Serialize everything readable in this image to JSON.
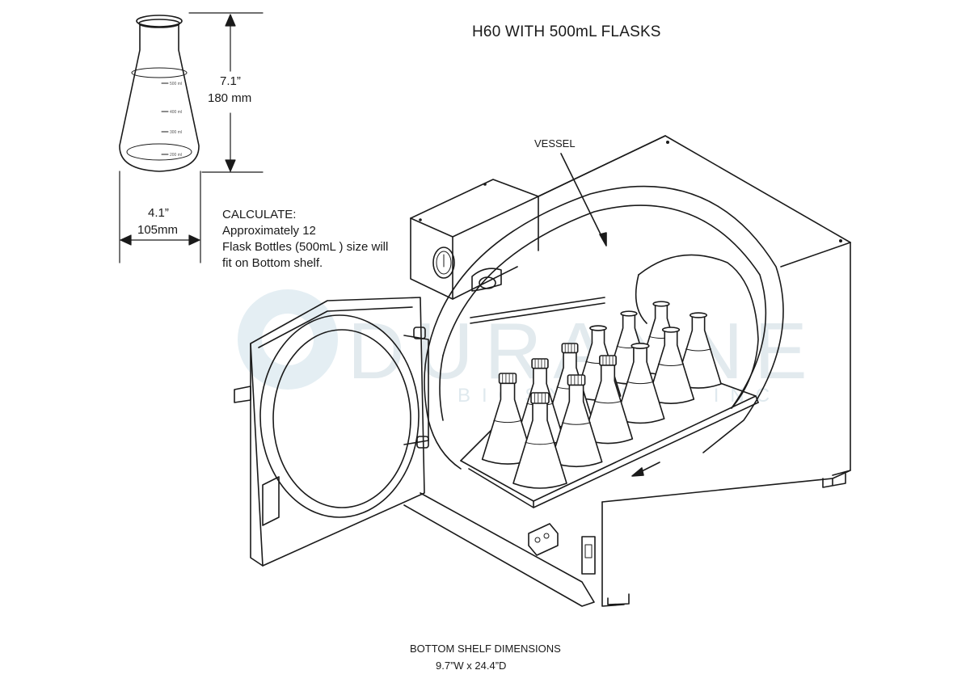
{
  "title": "H60 WITH 500mL FLASKS",
  "labels": {
    "vessel": "VESSEL",
    "flask_height_in": "7.1”",
    "flask_height_mm": "180 mm",
    "flask_width_in": "4.1”",
    "flask_width_mm": "105mm"
  },
  "calculate": {
    "heading": "CALCULATE:",
    "lines": [
      "Approximately 12",
      "Flask Bottles (500mL ) size will",
      "fit on Bottom shelf."
    ]
  },
  "flask_graduations": [
    "500 ml",
    "400 ml",
    "300 ml",
    "200 ml"
  ],
  "bottom_shelf": {
    "heading": "BOTTOM SHELF DIMENSIONS",
    "dimensions": "9.7”W x 24.4”D"
  },
  "watermark": {
    "main": "DURANNE",
    "sub": "BIOSYSTEMS INC"
  },
  "colors": {
    "line": "#1a1a1a",
    "watermark": "#dfe8ed",
    "background": "#ffffff"
  }
}
